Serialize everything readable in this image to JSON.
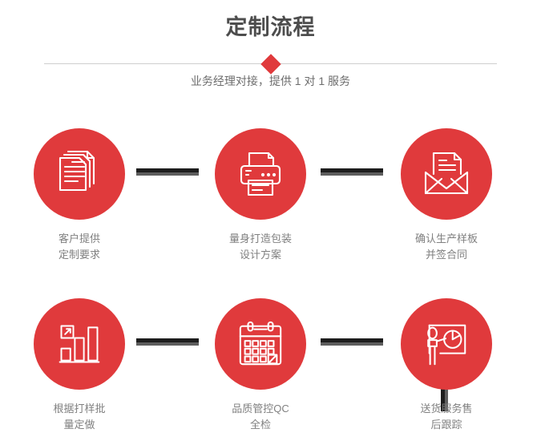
{
  "header": {
    "title": "定制流程",
    "subtitle": "业务经理对接，提供 1 对 1 服务",
    "accent_color": "#e03a3c",
    "title_color": "#4d4d4d",
    "divider_color": "#cfcfcf"
  },
  "flow": {
    "circle_color": "#e03a3c",
    "label_color": "#808080",
    "connector_dark": "#1d1d1d",
    "connector_light": "#5e5e5e",
    "steps": [
      {
        "index": "1",
        "icon": "documents-stack-icon",
        "label": "客户提供\n定制要求"
      },
      {
        "index": "2",
        "icon": "printer-icon",
        "label": "量身打造包装\n设计方案"
      },
      {
        "index": "3",
        "icon": "envelope-document-icon",
        "label": "确认生产样板\n并签合同"
      },
      {
        "index": "4",
        "icon": "bar-chart-growth-icon",
        "label": "根据打样批\n量定做"
      },
      {
        "index": "5",
        "icon": "calendar-check-icon",
        "label": "品质管控QC\n全检"
      },
      {
        "index": "6",
        "icon": "presenter-chart-icon",
        "label": "送货服务售\n后跟踪"
      }
    ]
  }
}
